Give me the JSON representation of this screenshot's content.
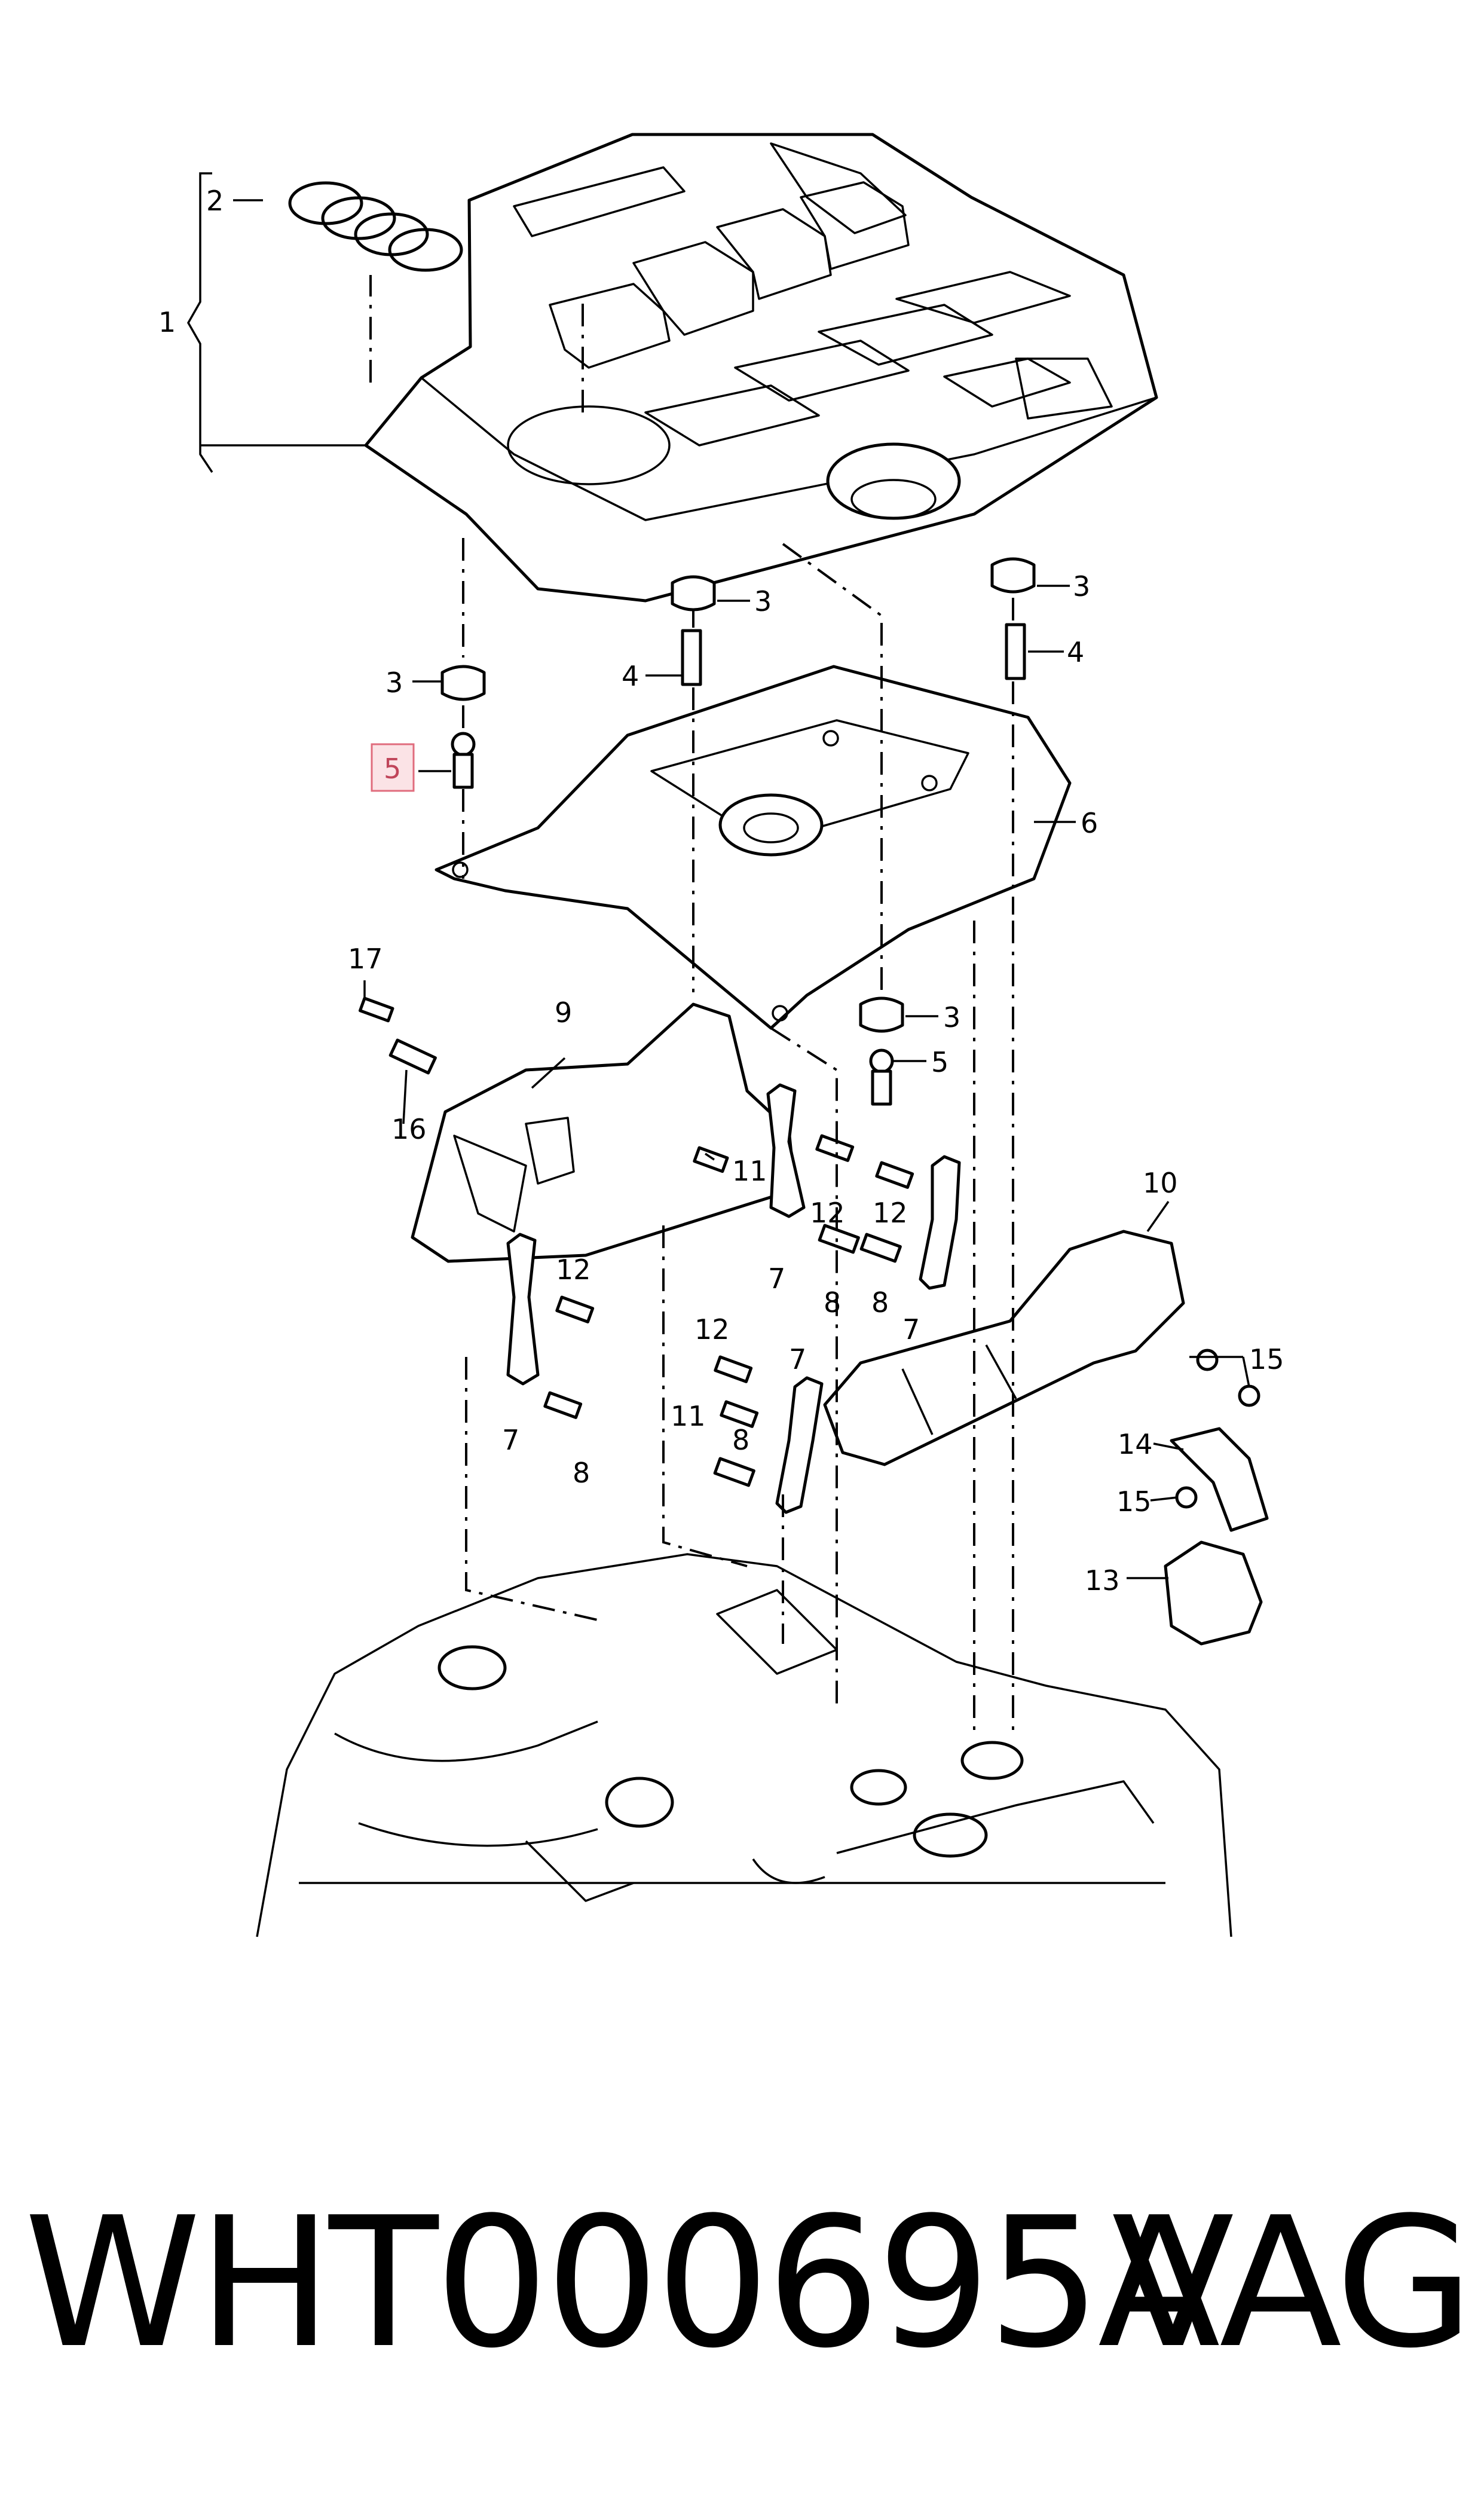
{
  "footer": {
    "part_number": "WHT000695A",
    "brand": "VAG"
  },
  "callouts": {
    "c1": "1",
    "c2": "2",
    "c3a": "3",
    "c3b": "3",
    "c3c": "3",
    "c3d": "3",
    "c4a": "4",
    "c4b": "4",
    "c5a": "5",
    "c5b": "5",
    "c6": "6",
    "c7a": "7",
    "c7b": "7",
    "c7c": "7",
    "c7d": "7",
    "c8a": "8",
    "c8b": "8",
    "c8c": "8",
    "c8d": "8",
    "c9": "9",
    "c10": "10",
    "c11a": "11",
    "c11b": "11",
    "c12a": "12",
    "c12b": "12",
    "c12c": "12",
    "c12d": "12",
    "c13": "13",
    "c14": "14",
    "c15a": "15",
    "c15b": "15",
    "c16": "16",
    "c17": "17"
  },
  "highlight": {
    "color": "#e06c7d",
    "fill": "#fbe3e6",
    "target": "5"
  }
}
